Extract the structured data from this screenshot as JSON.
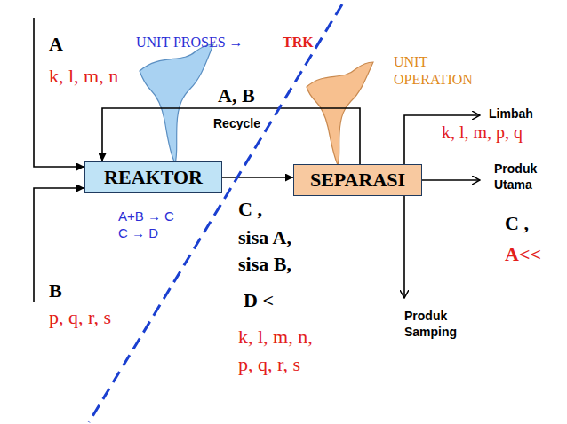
{
  "diagram": {
    "nodes": [
      {
        "text": [
          "REAKTOR"
        ]
      },
      {
        "text": [
          "SEPARASI"
        ]
      }
    ],
    "edges": [
      {
        "from": 0,
        "to": 1,
        "arrow": "to"
      },
      {
        "from": 1,
        "to": 0,
        "arrow": "to"
      }
    ],
    "labels": [
      "A",
      "k, l, m, n",
      "UNIT PROSES →",
      "TRK",
      "UNIT OPERATION",
      "A, B",
      "Recycle",
      "Limbah",
      "k, l, m, p, q",
      "Produk Utama",
      "A+B → C",
      "C → D",
      "C ,",
      "sisa A,",
      "sisa B,",
      "D <",
      "k, l, m, n,",
      "p, q, r, s",
      "C ,",
      "A<<",
      "B",
      "p, q, r, s",
      "Produk Samping"
    ]
  }
}
